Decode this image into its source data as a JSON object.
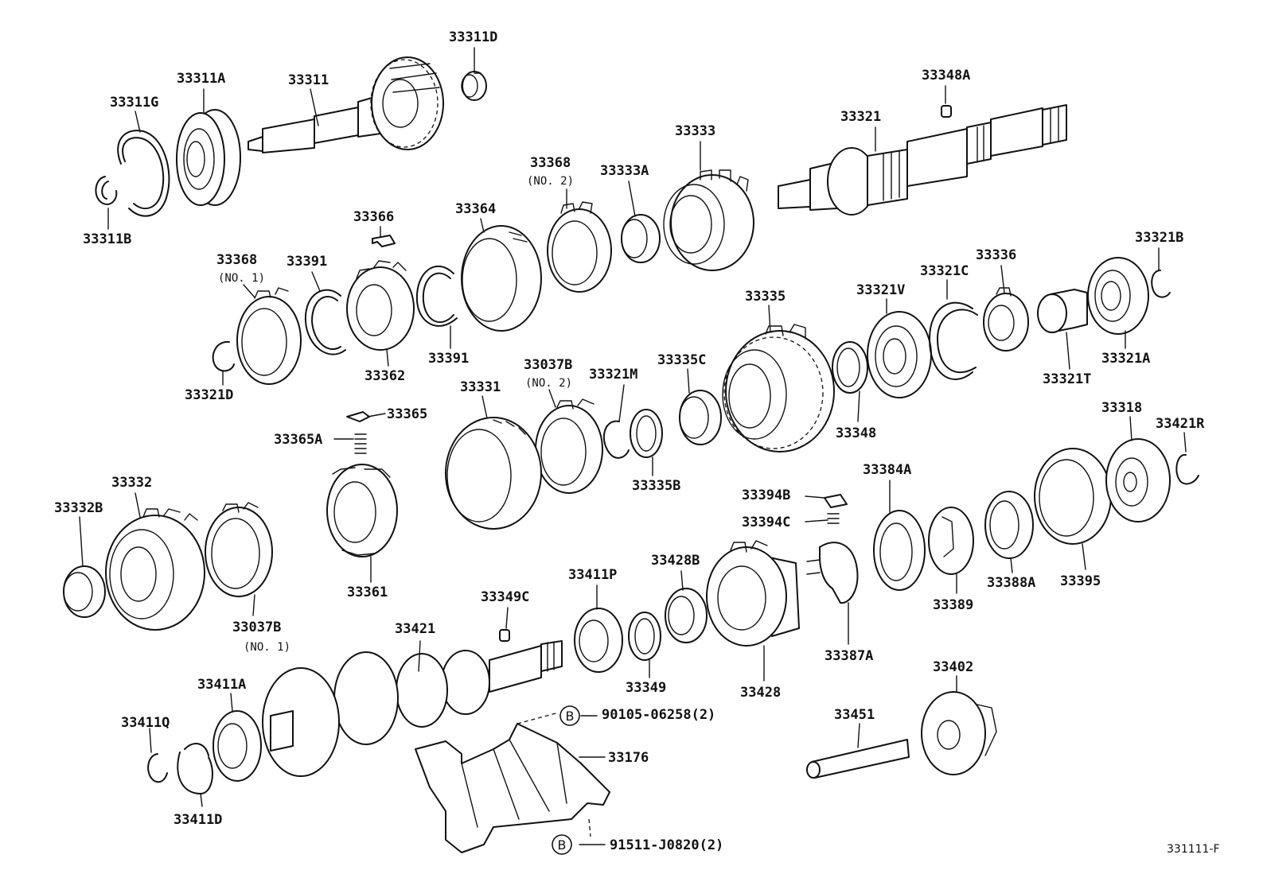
{
  "title": "",
  "reference_code": "331111-F",
  "callout_marker": "B",
  "labels": {
    "p33311D": "33311D",
    "p33311A": "33311A",
    "p33311": "33311",
    "p33311G": "33311G",
    "p33311B": "33311B",
    "p33348A": "33348A",
    "p33321": "33321",
    "p33333": "33333",
    "p33368_2": "33368",
    "p33368_2_note": "(NO. 2)",
    "p33333A": "33333A",
    "p33366": "33366",
    "p33364": "33364",
    "p33321B": "33321B",
    "p33336": "33336",
    "p33368_1": "33368",
    "p33368_1_note": "(NO. 1)",
    "p33391a": "33391",
    "p33335": "33335",
    "p33321V": "33321V",
    "p33321C": "33321C",
    "p33362": "33362",
    "p33391b": "33391",
    "p33321A": "33321A",
    "p33321T": "33321T",
    "p33321D": "33321D",
    "p33037B_2": "33037B",
    "p33037B_2_note": "(NO. 2)",
    "p33321M": "33321M",
    "p33335C": "33335C",
    "p33331": "33331",
    "p33365": "33365",
    "p33348": "33348",
    "p33318": "33318",
    "p33421R": "33421R",
    "p33365A": "33365A",
    "p33335B": "33335B",
    "p33394B": "33394B",
    "p33384A": "33384A",
    "p33332": "33332",
    "p33332B": "33332B",
    "p33394C": "33394C",
    "p33411P": "33411P",
    "p33428B": "33428B",
    "p33361": "33361",
    "p33389": "33389",
    "p33388A": "33388A",
    "p33395": "33395",
    "p33349C": "33349C",
    "p33037B_1": "33037B",
    "p33037B_1_note": "(NO. 1)",
    "p33421": "33421",
    "p33387A": "33387A",
    "p33349": "33349",
    "p33428": "33428",
    "p33402": "33402",
    "p33411A": "33411A",
    "p33451": "33451",
    "p33411Q": "33411Q",
    "p90105": "90105-06258(2)",
    "p33176": "33176",
    "p33411D": "33411D",
    "p91511": "91511-J0820(2)"
  }
}
